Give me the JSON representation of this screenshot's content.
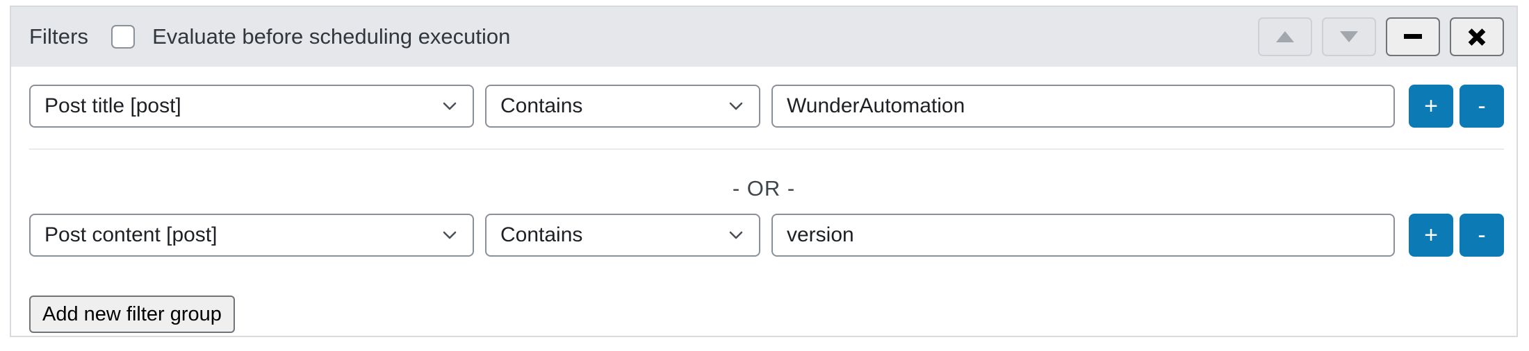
{
  "panel": {
    "title": "Filters",
    "evaluate_checkbox": {
      "label": "Evaluate before scheduling execution",
      "checked": false
    },
    "header_buttons": [
      {
        "name": "move-up",
        "glyph": "triangle-up",
        "enabled": false
      },
      {
        "name": "move-down",
        "glyph": "triangle-down",
        "enabled": false
      },
      {
        "name": "minimize",
        "glyph": "dash",
        "enabled": true
      },
      {
        "name": "close",
        "glyph": "cross",
        "enabled": true
      }
    ]
  },
  "filter_rows": [
    {
      "field": "Post title [post]",
      "operator": "Contains",
      "value": "WunderAutomation",
      "add_label": "+",
      "remove_label": "-"
    },
    {
      "field": "Post content [post]",
      "operator": "Contains",
      "value": "version",
      "add_label": "+",
      "remove_label": "-"
    }
  ],
  "separator": {
    "or_label": "- OR -"
  },
  "footer": {
    "add_group_label": "Add new filter group"
  },
  "colors": {
    "accent_blue": "#0b7ab5",
    "header_bg": "#e5e7eb",
    "panel_border": "#d7dbe0",
    "control_border": "#8a9099",
    "text": "#1d2125",
    "muted_text": "#3c444c"
  }
}
